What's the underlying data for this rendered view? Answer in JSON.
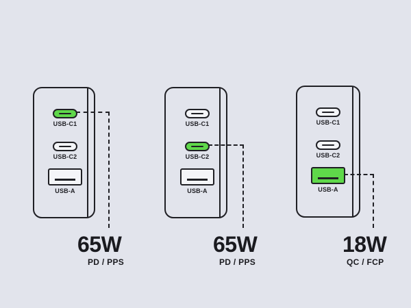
{
  "chargers": [
    {
      "ports": {
        "c1": "USB-C1",
        "c2": "USB-C2",
        "a": "USB-A"
      },
      "active_port": "USB-C1",
      "power": "65W",
      "protocol": "PD / PPS"
    },
    {
      "ports": {
        "c1": "USB-C1",
        "c2": "USB-C2",
        "a": "USB-A"
      },
      "active_port": "USB-C2",
      "power": "65W",
      "protocol": "PD / PPS"
    },
    {
      "ports": {
        "c1": "USB-C1",
        "c2": "USB-C2",
        "a": "USB-A"
      },
      "active_port": "USB-A",
      "power": "18W",
      "protocol": "QC / FCP"
    }
  ],
  "colors": {
    "background": "#e2e4ec",
    "active_port": "#5fd84a",
    "line": "#1f1f24"
  }
}
